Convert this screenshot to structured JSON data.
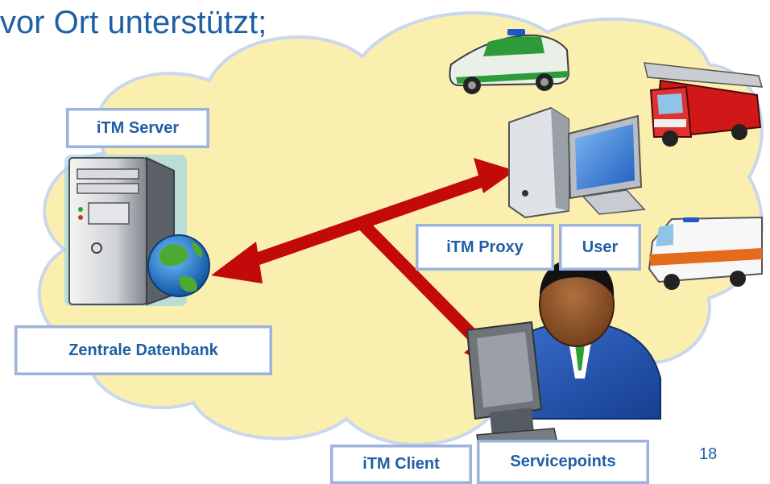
{
  "slide": {
    "heading": "vor Ort unterstützt;",
    "page_number": "18"
  },
  "labels": {
    "itm_server": "iTM Server",
    "zentrale_datenbank": "Zentrale Datenbank",
    "itm_proxy": "iTM Proxy",
    "user": "User",
    "itm_client": "iTM Client",
    "servicepoints": "Servicepoints"
  },
  "icons": {
    "server": "server-tower-icon",
    "globe": "globe-icon",
    "desktop": "desktop-computer-icon",
    "person": "person-at-computer-icon",
    "police_car": "police-car-icon",
    "fire_truck": "fire-truck-icon",
    "ambulance": "ambulance-icon",
    "arrows": "bidirectional-arrow-icon"
  },
  "colors": {
    "cloud_fill": "#fbefb0",
    "cloud_stroke": "#c9d8ee",
    "arrow": "#c20a0a",
    "label_text": "#1f5fa6",
    "label_border": "#9db3dc"
  }
}
